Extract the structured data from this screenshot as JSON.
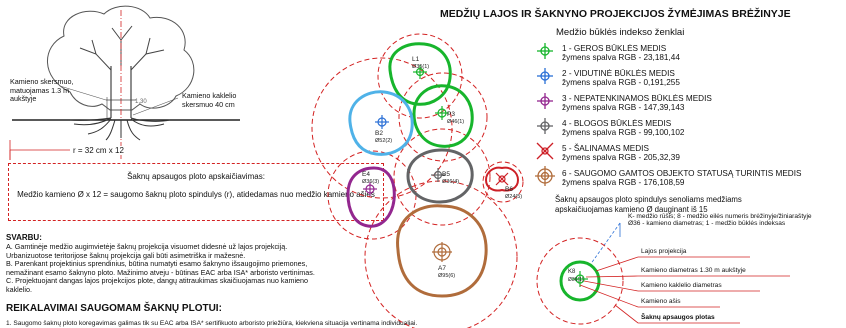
{
  "title": "MEDŽIŲ LAJOS IR ŠAKNYNO PROJEKCIJOS ŽYMĖJIMAS BRĖŽINYJE",
  "tree_figure": {
    "label_trunk_diameter": [
      "Kamieno skersmuo,",
      "matuojamas 1.3 m",
      "aukštyje"
    ],
    "label_neck_diameter": [
      "Kamieno kaklelio",
      "skersmuo 40 cm"
    ],
    "height_marker": "1,30",
    "radius_formula": "r = 32 cm x 12",
    "box_title": "Šaknų apsaugos ploto apskaičiavimas:",
    "box_text": "Medžio kamieno Ø x 12 = saugomo šaknų ploto spindulys (r), atidedamas nuo medžio kamieno ašies"
  },
  "legend": {
    "title": "Medžio būklės indekso ženklai",
    "items": [
      {
        "label": "1 - GEROS BŪKLĖS MEDIS",
        "rgb": "žymens spalva RGB - 23,181,44",
        "color": "#17b52c",
        "icon": "crosshair-icon"
      },
      {
        "label": "2 - VIDUTINĖ BŪKLĖS MEDIS",
        "rgb": "žymens spalva RGB -  0,191,255",
        "color": "#2a6fd6",
        "icon": "crosshair-icon"
      },
      {
        "label": "3 - NEPATENKINAMOS BŪKLĖS MEDIS",
        "rgb": "žymens spalva RGB -  147,39,143",
        "color": "#93278f",
        "icon": "crosshair-icon"
      },
      {
        "label": "4 - BLOGOS BŪKLĖS MEDIS",
        "rgb": "žymens spalva RGB - 99,100,102",
        "color": "#636466",
        "icon": "crosshair-icon"
      },
      {
        "label": "5 - ŠALINAMAS MEDIS",
        "rgb": "žymens spalva RGB - 205,32,39",
        "color": "#cd2027",
        "icon": "x-cross-icon"
      },
      {
        "label": "6 - SAUGOMO GAMTOS OBJEKTO STATUSĄ TURINTIS MEDIS",
        "rgb": "žymens spalva RGB - 176,108,59",
        "color": "#b06c3b",
        "icon": "target-icon"
      }
    ],
    "note": "Šaknų apsaugos ploto spindulys senoliams medžiams apskaičiuojamas kamieno Ø dauginant iš 15"
  },
  "trees": [
    {
      "id": "L1",
      "sub": "Ø35(1)",
      "color": "#17b52c"
    },
    {
      "id": "P3",
      "sub": "Ø46(1)",
      "color": "#17b52c"
    },
    {
      "id": "B2",
      "sub": "Ø52(2)",
      "color": "#2a9fd6"
    },
    {
      "id": "E4",
      "sub": "Ø36(3)",
      "color": "#93278f"
    },
    {
      "id": "B5",
      "sub": "Ø36(4)",
      "color": "#636466"
    },
    {
      "id": "B6",
      "sub": "Ø24(5)",
      "color": "#cd2027"
    },
    {
      "id": "A7",
      "sub": "Ø95(6)",
      "color": "#b06c3b"
    }
  ],
  "example_legend": {
    "header_lines": [
      "K- medžio rūšis; 8 - medžio eilės numeris brėžinyje/žiniaraštyje",
      "Ø36 - kamieno diametras; 1 - medžio būklės indeksas"
    ],
    "tree_code": "K8",
    "tree_sub": "Ø36(1)",
    "labels": [
      "Lajos projekcija",
      "Kamieno diametras 1.30 m aukštyje",
      "Kamieno kaklelio diametras",
      "Kamieno ašis",
      "Šaknų apsaugos plotas"
    ]
  },
  "svarbu": {
    "heading": "SVARBU:",
    "lines": [
      "A.  Gamtinėje medžio augimvietėje šaknų projekcija visuomet didesnė už lajos projekciją.",
      "Urbanizuotose teritorijose šaknų projekcija gali būti asimetriška ir mažesnė.",
      "B.  Parenkant projektinius sprendinius, būtina numatyti esamo šaknyno išsaugojimo priemones,",
      "nemažinant esamo šaknyno ploto. Mažinimo atveju - būtinas EAC arba ISA* arboristo vertinimas.",
      "C.  Projektuojant dangas lajos projekcijos plote, dangų atitraukimas skaičiuojamas nuo kamieno",
      "kaklelio."
    ]
  },
  "requirements": {
    "heading": "REIKALAVIMAI SAUGOMAM ŠAKNŲ PLOTUI:",
    "line1": "1.   Saugomo šaknų ploto koregavimas galimas tik su EAC arba ISA* sertifikuoto arboristo priežiūra, kiekviena situacija vertinama individualiai."
  }
}
